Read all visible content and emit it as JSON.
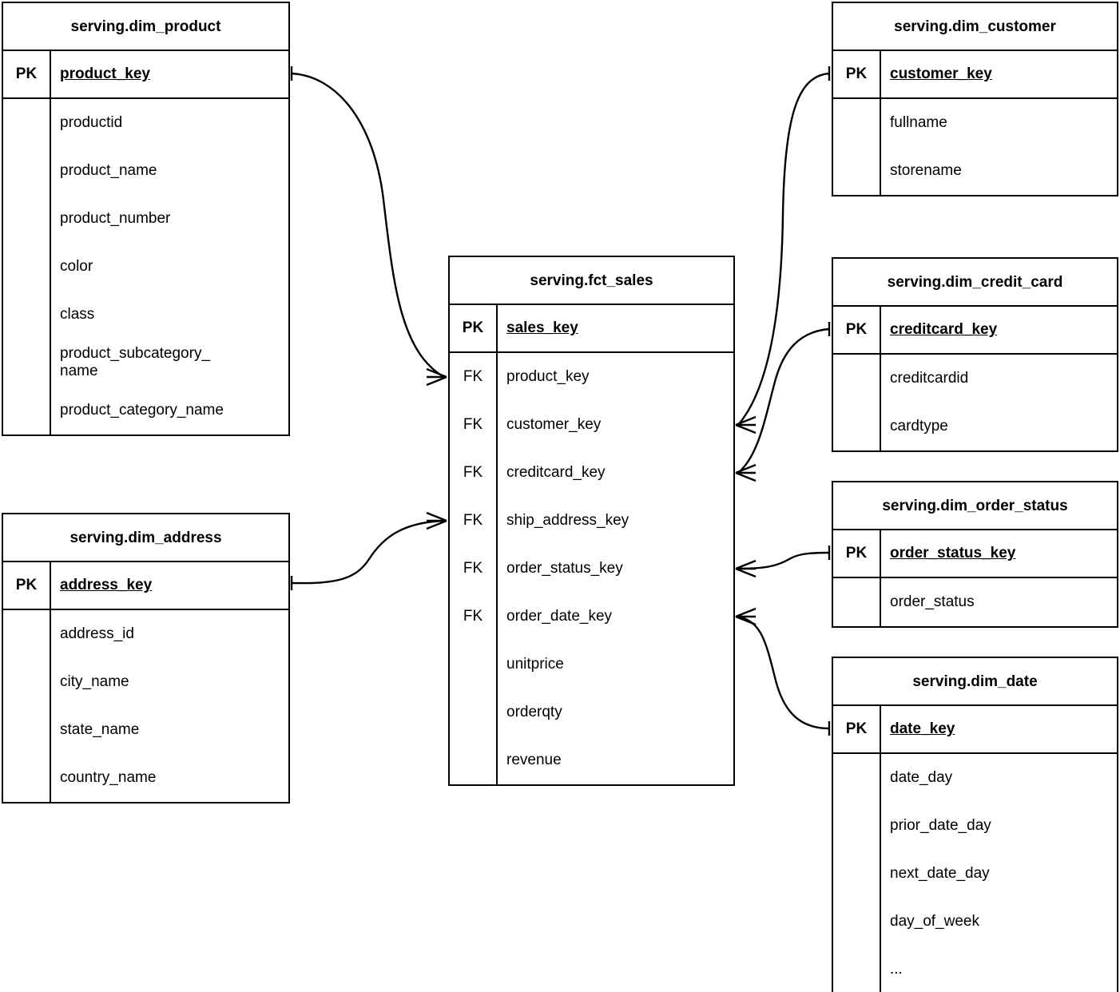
{
  "diagram": {
    "kind": "entity-relationship-diagram",
    "notation": "crow-foot",
    "line_color": "#000000",
    "background": "#ffffff",
    "text_color": "#000000"
  },
  "entities": {
    "dim_product": {
      "title": "serving.dim_product",
      "pk_label": "PK",
      "pk_field": "product_key",
      "attributes": [
        "productid",
        "product_name",
        "product_number",
        "color",
        "class",
        "product_subcategory_\nname",
        "product_category_name"
      ]
    },
    "dim_address": {
      "title": "serving.dim_address",
      "pk_label": "PK",
      "pk_field": "address_key",
      "attributes": [
        "address_id",
        "city_name",
        "state_name",
        "country_name"
      ]
    },
    "fct_sales": {
      "title": "serving.fct_sales",
      "pk_label": "PK",
      "pk_field": "sales_key",
      "fk_label": "FK",
      "fk_fields": [
        "product_key",
        "customer_key",
        "creditcard_key",
        "ship_address_key",
        "order_status_key",
        "order_date_key"
      ],
      "measures": [
        "unitprice",
        "orderqty",
        "revenue"
      ]
    },
    "dim_customer": {
      "title": "serving.dim_customer",
      "pk_label": "PK",
      "pk_field": "customer_key",
      "attributes": [
        "fullname",
        "storename"
      ]
    },
    "dim_credit_card": {
      "title": "serving.dim_credit_card",
      "pk_label": "PK",
      "pk_field": "creditcard_key",
      "attributes": [
        "creditcardid",
        "cardtype"
      ]
    },
    "dim_order_status": {
      "title": "serving.dim_order_status",
      "pk_label": "PK",
      "pk_field": "order_status_key",
      "attributes": [
        "order_status"
      ]
    },
    "dim_date": {
      "title": "serving.dim_date",
      "pk_label": "PK",
      "pk_field": "date_key",
      "attributes": [
        "date_day",
        "prior_date_day",
        "next_date_day",
        "day_of_week",
        "..."
      ]
    }
  },
  "relationships": [
    {
      "from": "dim_product",
      "from_field": "product_key",
      "to": "fct_sales",
      "to_field": "product_key",
      "from_cardinality": "one",
      "to_cardinality": "many"
    },
    {
      "from": "dim_address",
      "from_field": "address_key",
      "to": "fct_sales",
      "to_field": "ship_address_key",
      "from_cardinality": "one",
      "to_cardinality": "many"
    },
    {
      "from": "dim_customer",
      "from_field": "customer_key",
      "to": "fct_sales",
      "to_field": "customer_key",
      "from_cardinality": "one",
      "to_cardinality": "many"
    },
    {
      "from": "dim_credit_card",
      "from_field": "creditcard_key",
      "to": "fct_sales",
      "to_field": "creditcard_key",
      "from_cardinality": "one",
      "to_cardinality": "many"
    },
    {
      "from": "dim_order_status",
      "from_field": "order_status_key",
      "to": "fct_sales",
      "to_field": "order_status_key",
      "from_cardinality": "one",
      "to_cardinality": "many"
    },
    {
      "from": "dim_date",
      "from_field": "date_key",
      "to": "fct_sales",
      "to_field": "order_date_key",
      "from_cardinality": "one",
      "to_cardinality": "many"
    }
  ]
}
